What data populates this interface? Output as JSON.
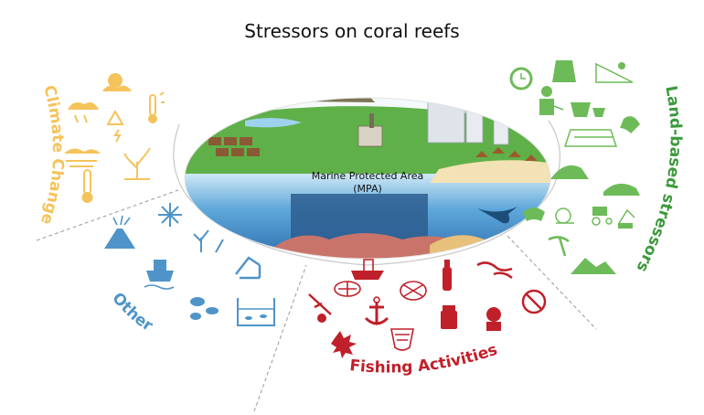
{
  "title": "Stressors on coral reefs",
  "center": {
    "label_line1": "Marine Protected Area",
    "label_line2": "(MPA)"
  },
  "categories": [
    {
      "name": "Climate Change",
      "color": "#f5c35b",
      "icons": [
        "sun-cloud-icon",
        "storm-cloud-icon",
        "warning-lightning-icon",
        "thermometer-sun-icon",
        "hot-haze-icon",
        "bleached-coral-icon",
        "thermometer-icon"
      ]
    },
    {
      "name": "Land-based stressors",
      "color": "#6dbb58",
      "icons": [
        "gear-clock-icon",
        "plastic-bag-icon",
        "landslide-icon",
        "farmer-icon",
        "tree-stumps-icon",
        "runoff-pipe-icon",
        "field-icon",
        "eroded-hill-icon",
        "sediment-river-icon",
        "drain-pipe-icon",
        "snail-icon",
        "tractor-icon",
        "construction-icon",
        "pickaxe-icon",
        "mountain-icon"
      ]
    },
    {
      "name": "Fishing Activities",
      "color": "#c0202a",
      "icons": [
        "fishing-boat-icon",
        "fish-trap-icon",
        "spear-fishing-icon",
        "fishing-net-icon",
        "bottle-icon",
        "lobster-icon",
        "anchor-icon",
        "cyanide-jar-icon",
        "diver-icon",
        "no-fishing-icon",
        "blast-fishing-icon",
        "net-bag-icon"
      ]
    },
    {
      "name": "Other",
      "color": "#4f94c8",
      "icons": [
        "volcano-icon",
        "snowflake-icon",
        "coral-disease-icon",
        "ship-icon",
        "oil-pump-icon",
        "microbes-icon",
        "aquarium-icon"
      ]
    }
  ]
}
